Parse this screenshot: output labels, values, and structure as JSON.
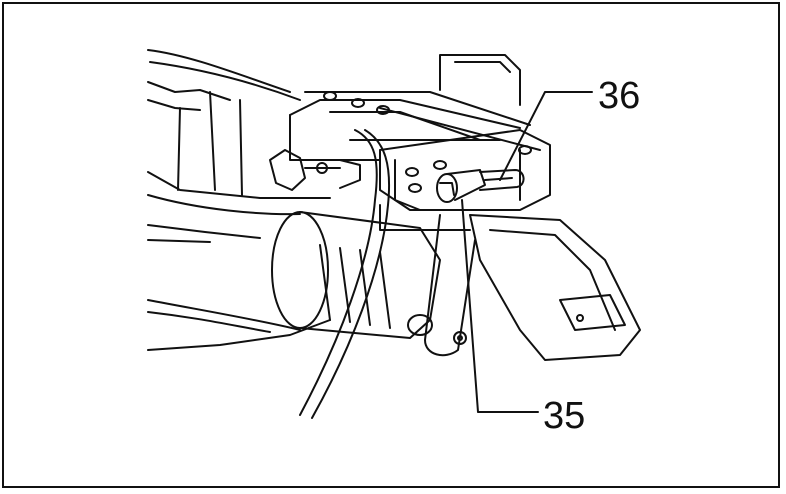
{
  "figure": {
    "callouts": [
      {
        "id": "36",
        "label": "36"
      },
      {
        "id": "35",
        "label": "35"
      }
    ]
  },
  "colors": {
    "ink": "#111111",
    "paper": "#ffffff"
  }
}
